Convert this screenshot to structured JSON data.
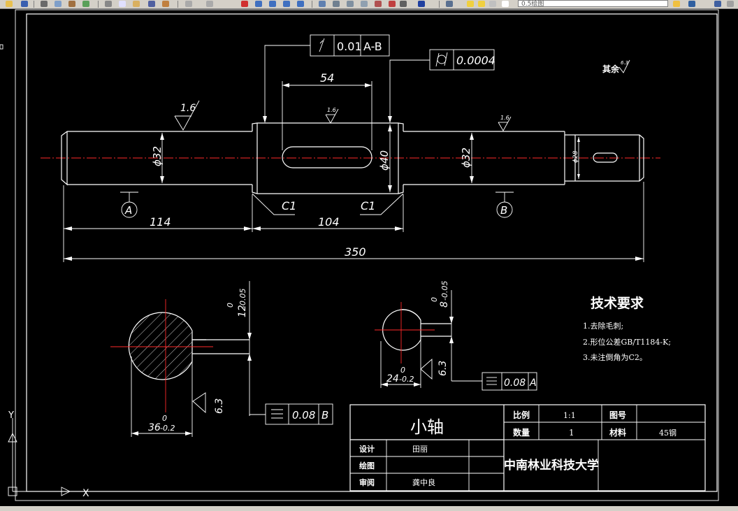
{
  "toolbar": {
    "layer_value": "0.5绘图"
  },
  "drawing": {
    "gtol_runout": {
      "tolerance": "0.01",
      "datum": "A-B"
    },
    "gtol_cylindricity": {
      "tolerance": "0.0004"
    },
    "rough_note": "其余",
    "rough_note_value": "6.3",
    "roughness_1": "1.6",
    "roughness_2": "1.6",
    "roughness_3": "1.6",
    "dim_keyway_len": "54",
    "dim_d32_left": "ϕ32",
    "dim_d40": "ϕ40",
    "dim_d32_right": "ϕ32",
    "dim_d28": "ϕ28",
    "chamfer_left": "C1",
    "chamfer_right": "C1",
    "datum_a": "A",
    "datum_b": "B",
    "dim_114": "114",
    "dim_104": "104",
    "dim_350": "350",
    "sec1_width_val": "12",
    "sec1_width_tol": "-0.05",
    "sec1_width_tol0": "0",
    "sec1_depth_val": "36",
    "sec1_depth_tol": "-0.2",
    "sec1_depth_tol0": "0",
    "sec1_rough": "6.3",
    "sec1_sym_tol": "0.08",
    "sec1_sym_datum": "B",
    "sec2_width_val": "8",
    "sec2_width_tol": "-0.05",
    "sec2_width_tol0": "0",
    "sec2_depth_val": "24",
    "sec2_depth_tol": "-0.2",
    "sec2_depth_tol0": "0",
    "sec2_rough": "6.3",
    "sec2_sym_tol": "0.08",
    "sec2_sym_datum": "A"
  },
  "tech_req": {
    "title": "技术要求",
    "items": [
      "1.去除毛刺;",
      "2.形位公差GB/T1184-K;",
      "3.未注倒角为C2。"
    ]
  },
  "title_block": {
    "part_name": "小轴",
    "scale_label": "比例",
    "scale_value": "1:1",
    "drawing_no_label": "图号",
    "qty_label": "数量",
    "qty_value": "1",
    "material_label": "材料",
    "material_value": "45钢",
    "design_label": "设计",
    "design_name": "田丽",
    "draw_label": "绘图",
    "review_label": "审阅",
    "review_name": "龚中良",
    "school": "中南林业科技大学"
  },
  "ucs": {
    "x": "X",
    "y": "Y"
  }
}
